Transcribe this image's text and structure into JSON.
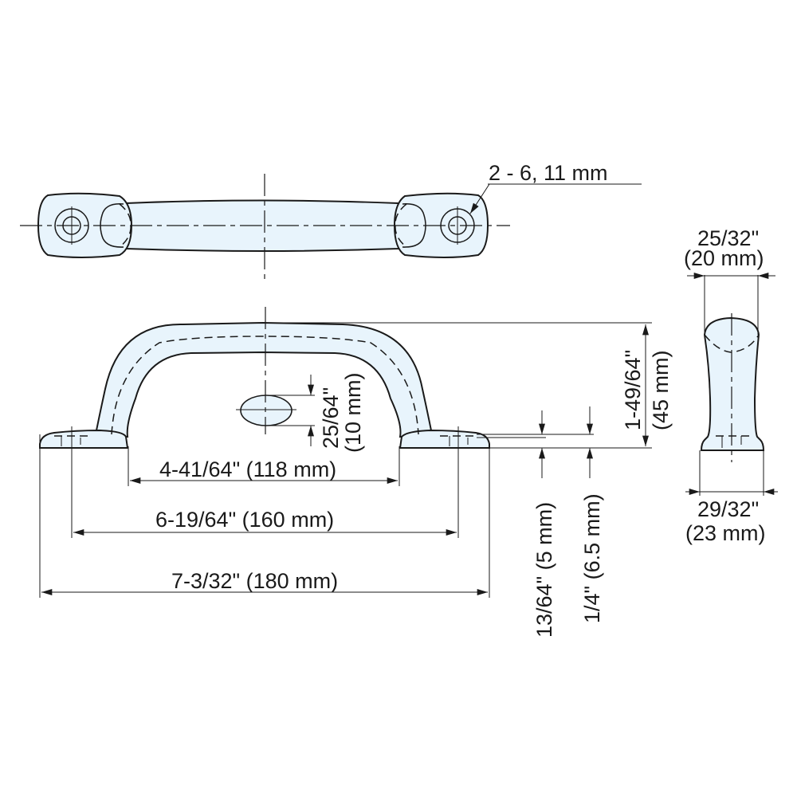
{
  "drawing": {
    "subject": "pull handle technical drawing",
    "fill_color": "#e8f4fc",
    "line_color": "#1a1a1a"
  },
  "top_view": {
    "hole_callout": "2 - 6, 11 mm"
  },
  "front_view": {
    "inner_width": "4-41/64\" (118 mm)",
    "hole_spacing": "6-19/64\" (160 mm)",
    "overall_length": "7-3/32\" (180 mm)",
    "grip_section_in": "25/64\"",
    "grip_section_mm": "(10 mm)",
    "height_in": "1-49/64\"",
    "height_mm": "(45 mm)",
    "base_thickness": "13/64\" (5 mm)",
    "foot_thickness": "1/4\" (6.5 mm)"
  },
  "side_view": {
    "top_width_in": "25/32\"",
    "top_width_mm": "(20 mm)",
    "base_width_in": "29/32\"",
    "base_width_mm": "(23 mm)"
  }
}
